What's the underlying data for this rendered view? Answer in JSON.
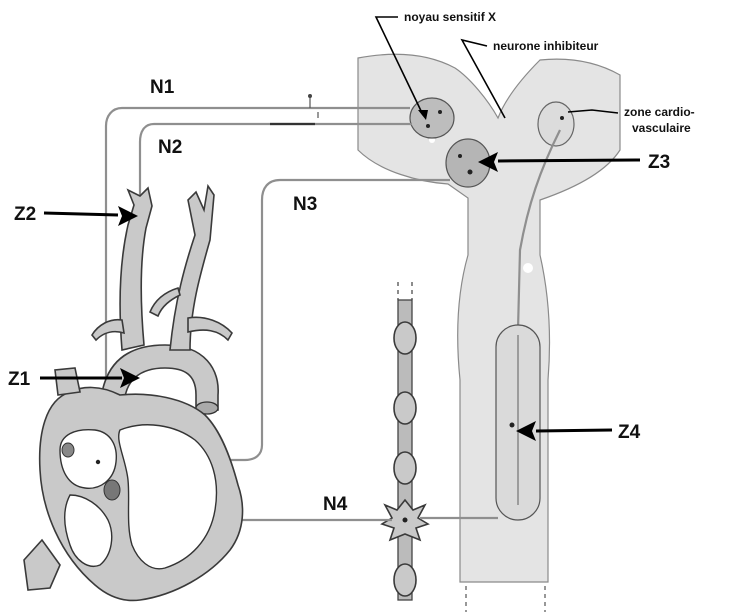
{
  "labels": {
    "N1": "N1",
    "N2": "N2",
    "N3": "N3",
    "N4": "N4",
    "Z1": "Z1",
    "Z2": "Z2",
    "Z3": "Z3",
    "Z4": "Z4",
    "noyau_sensitif": "noyau sensitif X",
    "neurone_inhibiteur": "neurone inhibiteur",
    "zone_cardio_line1": "zone cardio-",
    "zone_cardio_line2": "vasculaire"
  }
}
